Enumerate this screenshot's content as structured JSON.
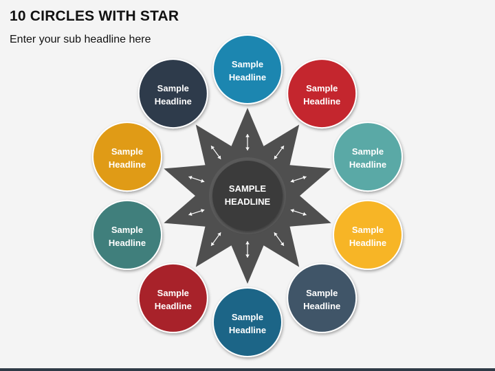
{
  "header": {
    "title": "10 CIRCLES WITH STAR",
    "subtitle": "Enter your sub headline here"
  },
  "center": {
    "line1": "SAMPLE",
    "line2": "HEADLINE",
    "color": "#3a3a3a",
    "ring_color": "#5a5a5a"
  },
  "star": {
    "color": "#4f4f4f",
    "arrow_color": "#ffffff"
  },
  "circles": [
    {
      "line1": "Sample",
      "line2": "Headline",
      "color": "#1e86b0"
    },
    {
      "line1": "Sample",
      "line2": "Headline",
      "color": "#c4262e"
    },
    {
      "line1": "Sample",
      "line2": "Headline",
      "color": "#5aa9a6"
    },
    {
      "line1": "Sample",
      "line2": "Headline",
      "color": "#f7b528"
    },
    {
      "line1": "Sample",
      "line2": "Headline",
      "color": "#3f5567"
    },
    {
      "line1": "Sample",
      "line2": "Headline",
      "color": "#1a6587"
    },
    {
      "line1": "Sample",
      "line2": "Headline",
      "color": "#a8242b"
    },
    {
      "line1": "Sample",
      "line2": "Headline",
      "color": "#3f7f7b"
    },
    {
      "line1": "Sample",
      "line2": "Headline",
      "color": "#e09b16"
    },
    {
      "line1": "Sample",
      "line2": "Headline",
      "color": "#2e3a4c"
    }
  ]
}
